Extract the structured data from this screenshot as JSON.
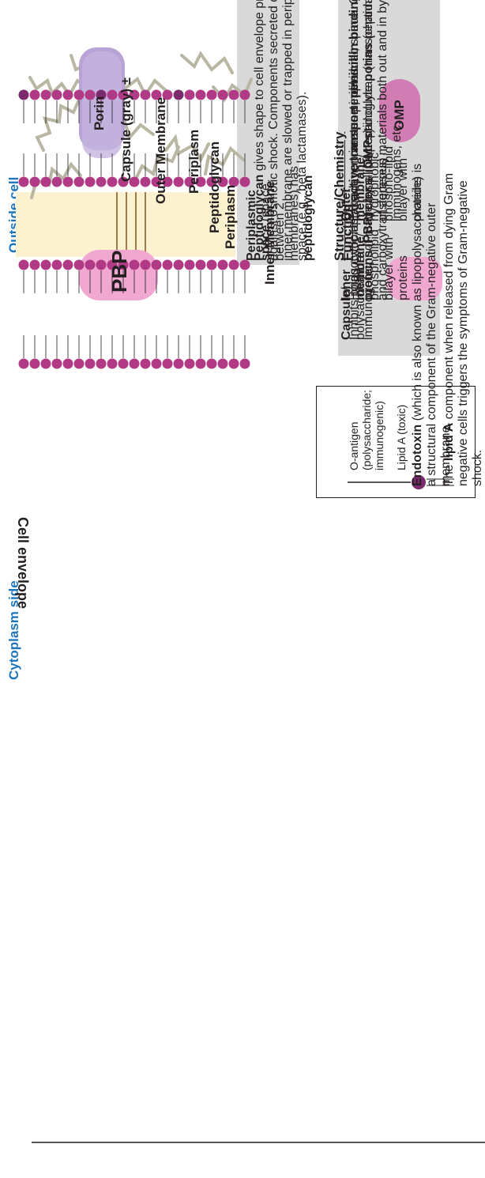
{
  "colors": {
    "accent_blue": "#1c75bc",
    "band_gray": "#d9d9d9",
    "head_purple": "#7b2a6e",
    "pink": "#e79bc7",
    "peptidoglycan": "#fdf2cf"
  },
  "side_labels": {
    "outside": "Outside cell",
    "cytoplasm": "Cytoplasm side",
    "envelope": "Cell envelope"
  },
  "diagram_labels": {
    "porin": "Porin",
    "capsule": "Capsule (gray) ±",
    "omp": "OMP",
    "outer_membrane": "Outer Membrane",
    "periplasm1": "Periplasm",
    "peptidoglycan": "Peptidoglycan",
    "periplasm2": "Periplasm",
    "pbp": "PBP",
    "inner_membrane": "Inner Membrane"
  },
  "columns": {
    "structure": "Structure/Chemistry",
    "function": "Function"
  },
  "rows": [
    {
      "structure_bold": "Capsule",
      "structure_rest": "/ polysaccharide",
      "function": "Inhibits phagocytic uptake in non immune individual; immunogenic; not made by all bacteria"
    },
    {
      "structure_bold": "Outer membrane",
      "structure_rest": "/ hydrophobic phospho-lipid bilayer with proteins",
      "function_pre": "Extra layer creates periplasmic space. Outer membrane proteins (",
      "function_b1": "OMPs",
      "function_mid": ") include ",
      "function_b2": "porins",
      "function_post": " (channels restricting flow of aqueous materials both out and in by size), adhesins, immunogens, etc."
    },
    {
      "structure_bold": "Periplasmic space",
      "structure_mid": " (space between 2 membranes) has ",
      "structure_bold2": "peptidoglycan",
      "function_b1": "Peptidoglycan",
      "function_post": " gives shape to cell envelope protecting against osmotic shock. Components secreted out of the inner membrane are slowed or trapped in periplasmic space (e.g., beta lactamases)."
    },
    {
      "structure_bold": "Inner membrane",
      "structure_rest": "/ phospholipid bilayer with proteins",
      "function_pre": "Holds cytoplasm; ",
      "function_b1": "active transport; penicillin binding proteins (PBP)",
      "function_post": " cross-link peptidoglycan (transpeptidases and carboxytransferases)"
    }
  ],
  "endotoxin": {
    "o_antigen": "O-antigen (polysaccharide; immunogenic)",
    "lipid_a": "Lipid A (toxic)",
    "p1_bold": "Endotoxin",
    "p1_rest": " (which is also known as lipopolysaccharide) is a structural component of the Gram-negative outer membrane.",
    "p2_pre": "The ",
    "p2_bold": "lipid A",
    "p2_rest": " component when released from dying Gram negative cells triggers the symptoms of Gram-negative shock."
  }
}
